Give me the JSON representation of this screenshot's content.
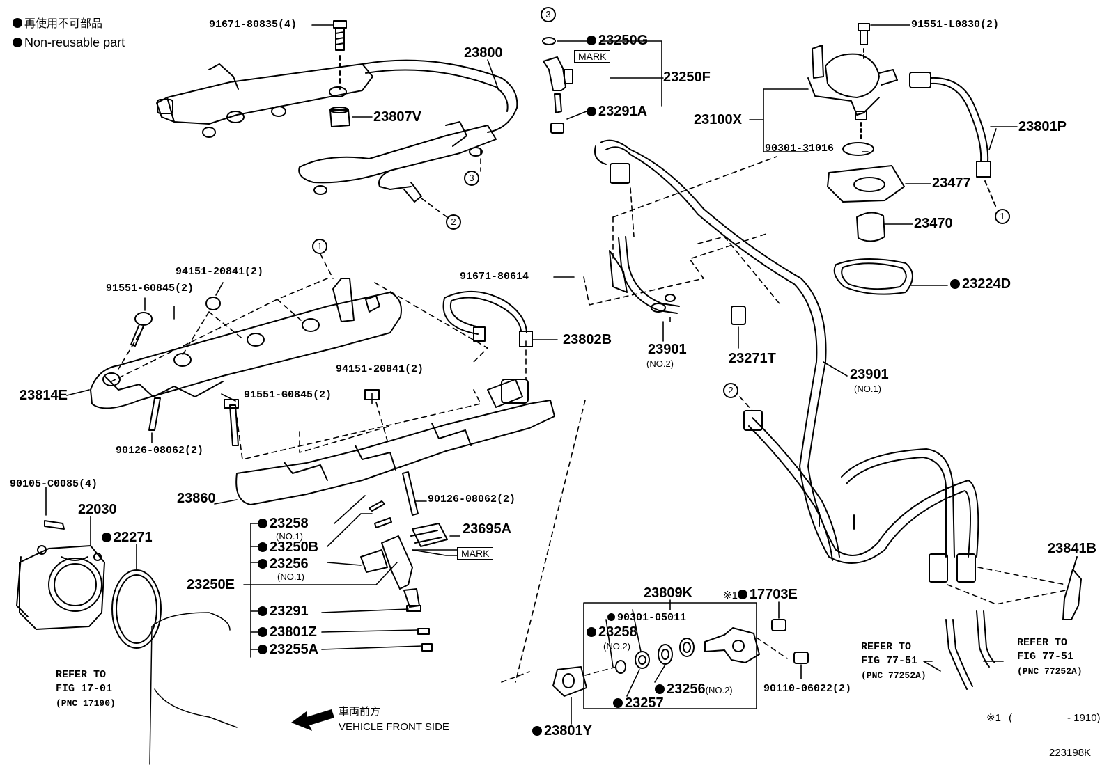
{
  "legend": {
    "jp": "再使用不可部品",
    "en": "Non-reusable part"
  },
  "parts": {
    "p23800": "23800",
    "p91671_80835": "91671-80835(4)",
    "p23807V": "23807V",
    "p23250G": "23250G",
    "p23250F": "23250F",
    "p23291A": "23291A",
    "mark1": "MARK",
    "p91551_L0830": "91551-L0830(2)",
    "p23100X": "23100X",
    "p23801P": "23801P",
    "p90301_31016": "90301-31016",
    "p23477": "23477",
    "p23470": "23470",
    "p23224D": "23224D",
    "p94151_a": "94151-20841(2)",
    "p91551_G0845_a": "91551-G0845(2)",
    "p23814E": "23814E",
    "p90126_a": "90126-08062(2)",
    "p91671_80614": "91671-80614",
    "p23802B": "23802B",
    "p23901_no2": "23901",
    "p23901_no2_sub": "(NO.2)",
    "p23271T": "23271T",
    "p23901_no1": "23901",
    "p23901_no1_sub": "(NO.1)",
    "p94151_b": "94151-20841(2)",
    "p91551_G0845_b": "91551-G0845(2)",
    "p23860": "23860",
    "p90126_b": "90126-08062(2)",
    "p90105": "90105-C0085(4)",
    "p22030": "22030",
    "p22271": "22271",
    "p23258_no1": "23258",
    "p23258_no1_sub": "(NO.1)",
    "p23250B": "23250B",
    "p23256_no1": "23256",
    "p23256_no1_sub": "(NO.1)",
    "p23250E": "23250E",
    "p23291": "23291",
    "p23801Z": "23801Z",
    "p23255A": "23255A",
    "p23695A": "23695A",
    "mark2": "MARK",
    "p23809K": "23809K",
    "p17703E_prefix": "※1",
    "p17703E": "17703E",
    "p90301_05011": "90301-05011",
    "p23258_no2": "23258",
    "p23258_no2_sub": "(NO.2)",
    "p23256_no2": "23256",
    "p23256_no2_sub": "(NO.2)",
    "p23257": "23257",
    "p90110": "90110-06022(2)",
    "p23801Y": "23801Y",
    "p23841B": "23841B"
  },
  "refs": {
    "ref1_l1": "REFER TO",
    "ref1_l2": "FIG 17-01",
    "ref1_l3": "(PNC 17190)",
    "ref2_l1": "REFER TO",
    "ref2_l2": "FIG 77-51",
    "ref2_l3": "(PNC 77252A)",
    "ref3_l1": "REFER TO",
    "ref3_l2": "FIG 77-51",
    "ref3_l3": "(PNC 77252A)"
  },
  "circles": {
    "c3a": "3",
    "c3b": "3",
    "c2a": "2",
    "c1a": "1",
    "c1b": "1",
    "c2b": "2"
  },
  "footer": {
    "front_jp": "車両前方",
    "front_en": "VEHICLE FRONT SIDE",
    "note_prefix": "※1",
    "note_open": "(",
    "note_range": "- 1910)",
    "illustration_id": "223198K"
  }
}
